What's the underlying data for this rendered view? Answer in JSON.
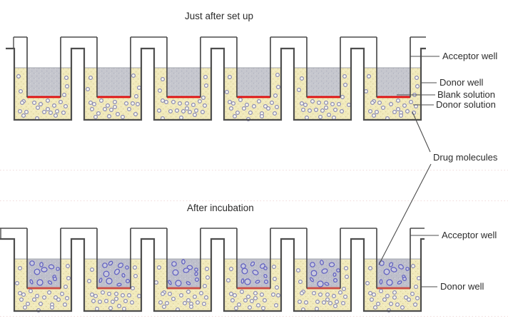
{
  "titles": {
    "top": "Just after set up",
    "bottom": "After incubation"
  },
  "labels": {
    "top": {
      "acceptor_well": "Acceptor well",
      "donor_well": "Donor well",
      "blank_solution": "Blank solution",
      "donor_solution": "Donor solution",
      "drug_molecules": "Drug molecules"
    },
    "bottom": {
      "acceptor_well": "Acceptor well",
      "donor_well": "Donor well"
    }
  },
  "structure": {
    "rows": 2,
    "wells_per_row": 6,
    "row_descriptions": [
      "Just after set up",
      "After incubation"
    ]
  },
  "colors": {
    "background": "#ffffff",
    "donor_solution": "#f1eabc",
    "donor_solution_stipple": "#ddd09c",
    "blank_solution": "#c6c7ce",
    "acceptor_solution": "#bfc0cc",
    "solution_stipple": "#b0b2c0",
    "membrane_top": "#e01010",
    "membrane_bottom": "#cc4c44",
    "outline": "#4d4d4d",
    "surface_line": "#a2a4ac",
    "molecule_ring": "#8a8ab2",
    "molecule_fill": "#fdfcf2",
    "drug_ring": "#5c5cc0",
    "drug_fill": "#cacade",
    "text": "#2b2b2b",
    "faint_line": "#f0dada"
  }
}
